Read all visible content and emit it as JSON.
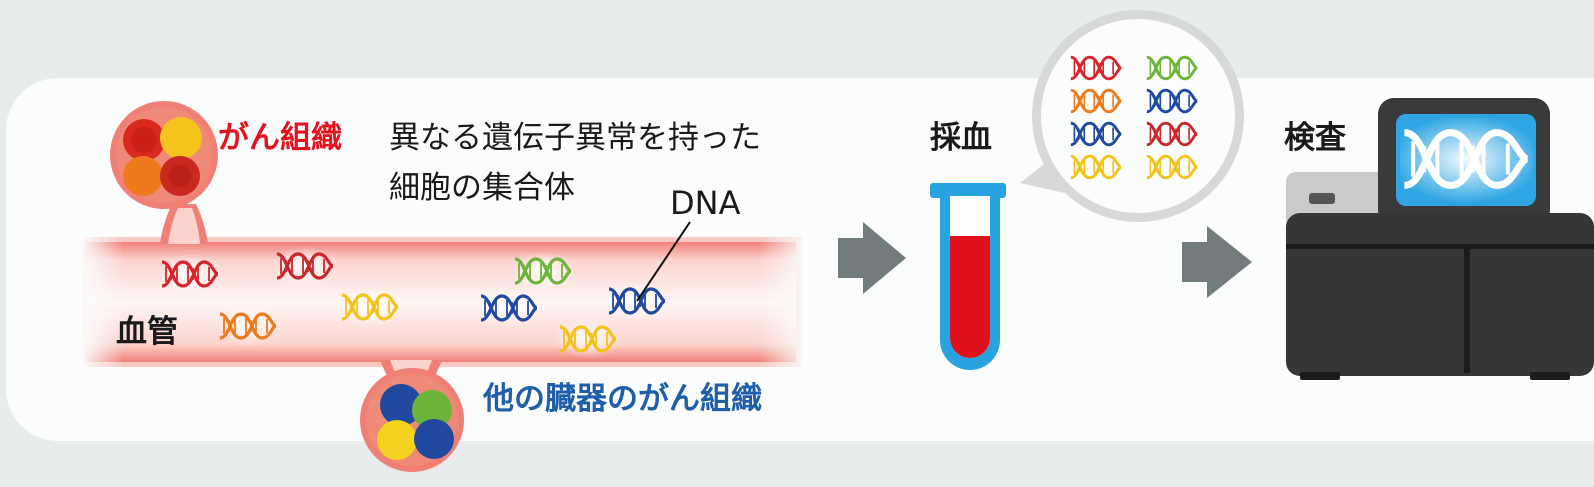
{
  "labels": {
    "cancer_tissue": "がん組織",
    "description_line1": "異なる遺伝子異常を持った",
    "description_line2": "細胞の集合体",
    "dna": "DNA",
    "blood_vessel": "血管",
    "other_organ_cancer": "他の臓器のがん組織",
    "blood_draw": "採血",
    "test": "検査"
  },
  "colors": {
    "background": "#e9ecec",
    "panel": "#fbfcfc",
    "vessel": "#f7a39a",
    "red_text": "#e2141f",
    "blue_text": "#1f5ea8",
    "arrow": "#727c7d",
    "tube_blue": "#29a3df",
    "blood": "#e0101c",
    "machine": "#363636",
    "screen": "#2fa6e3"
  },
  "icons": {
    "flow_arrow": "right-arrow-icon",
    "dna": "dna-helix-icon",
    "tube": "test-tube-icon",
    "analyzer": "analyzer-machine-icon"
  }
}
